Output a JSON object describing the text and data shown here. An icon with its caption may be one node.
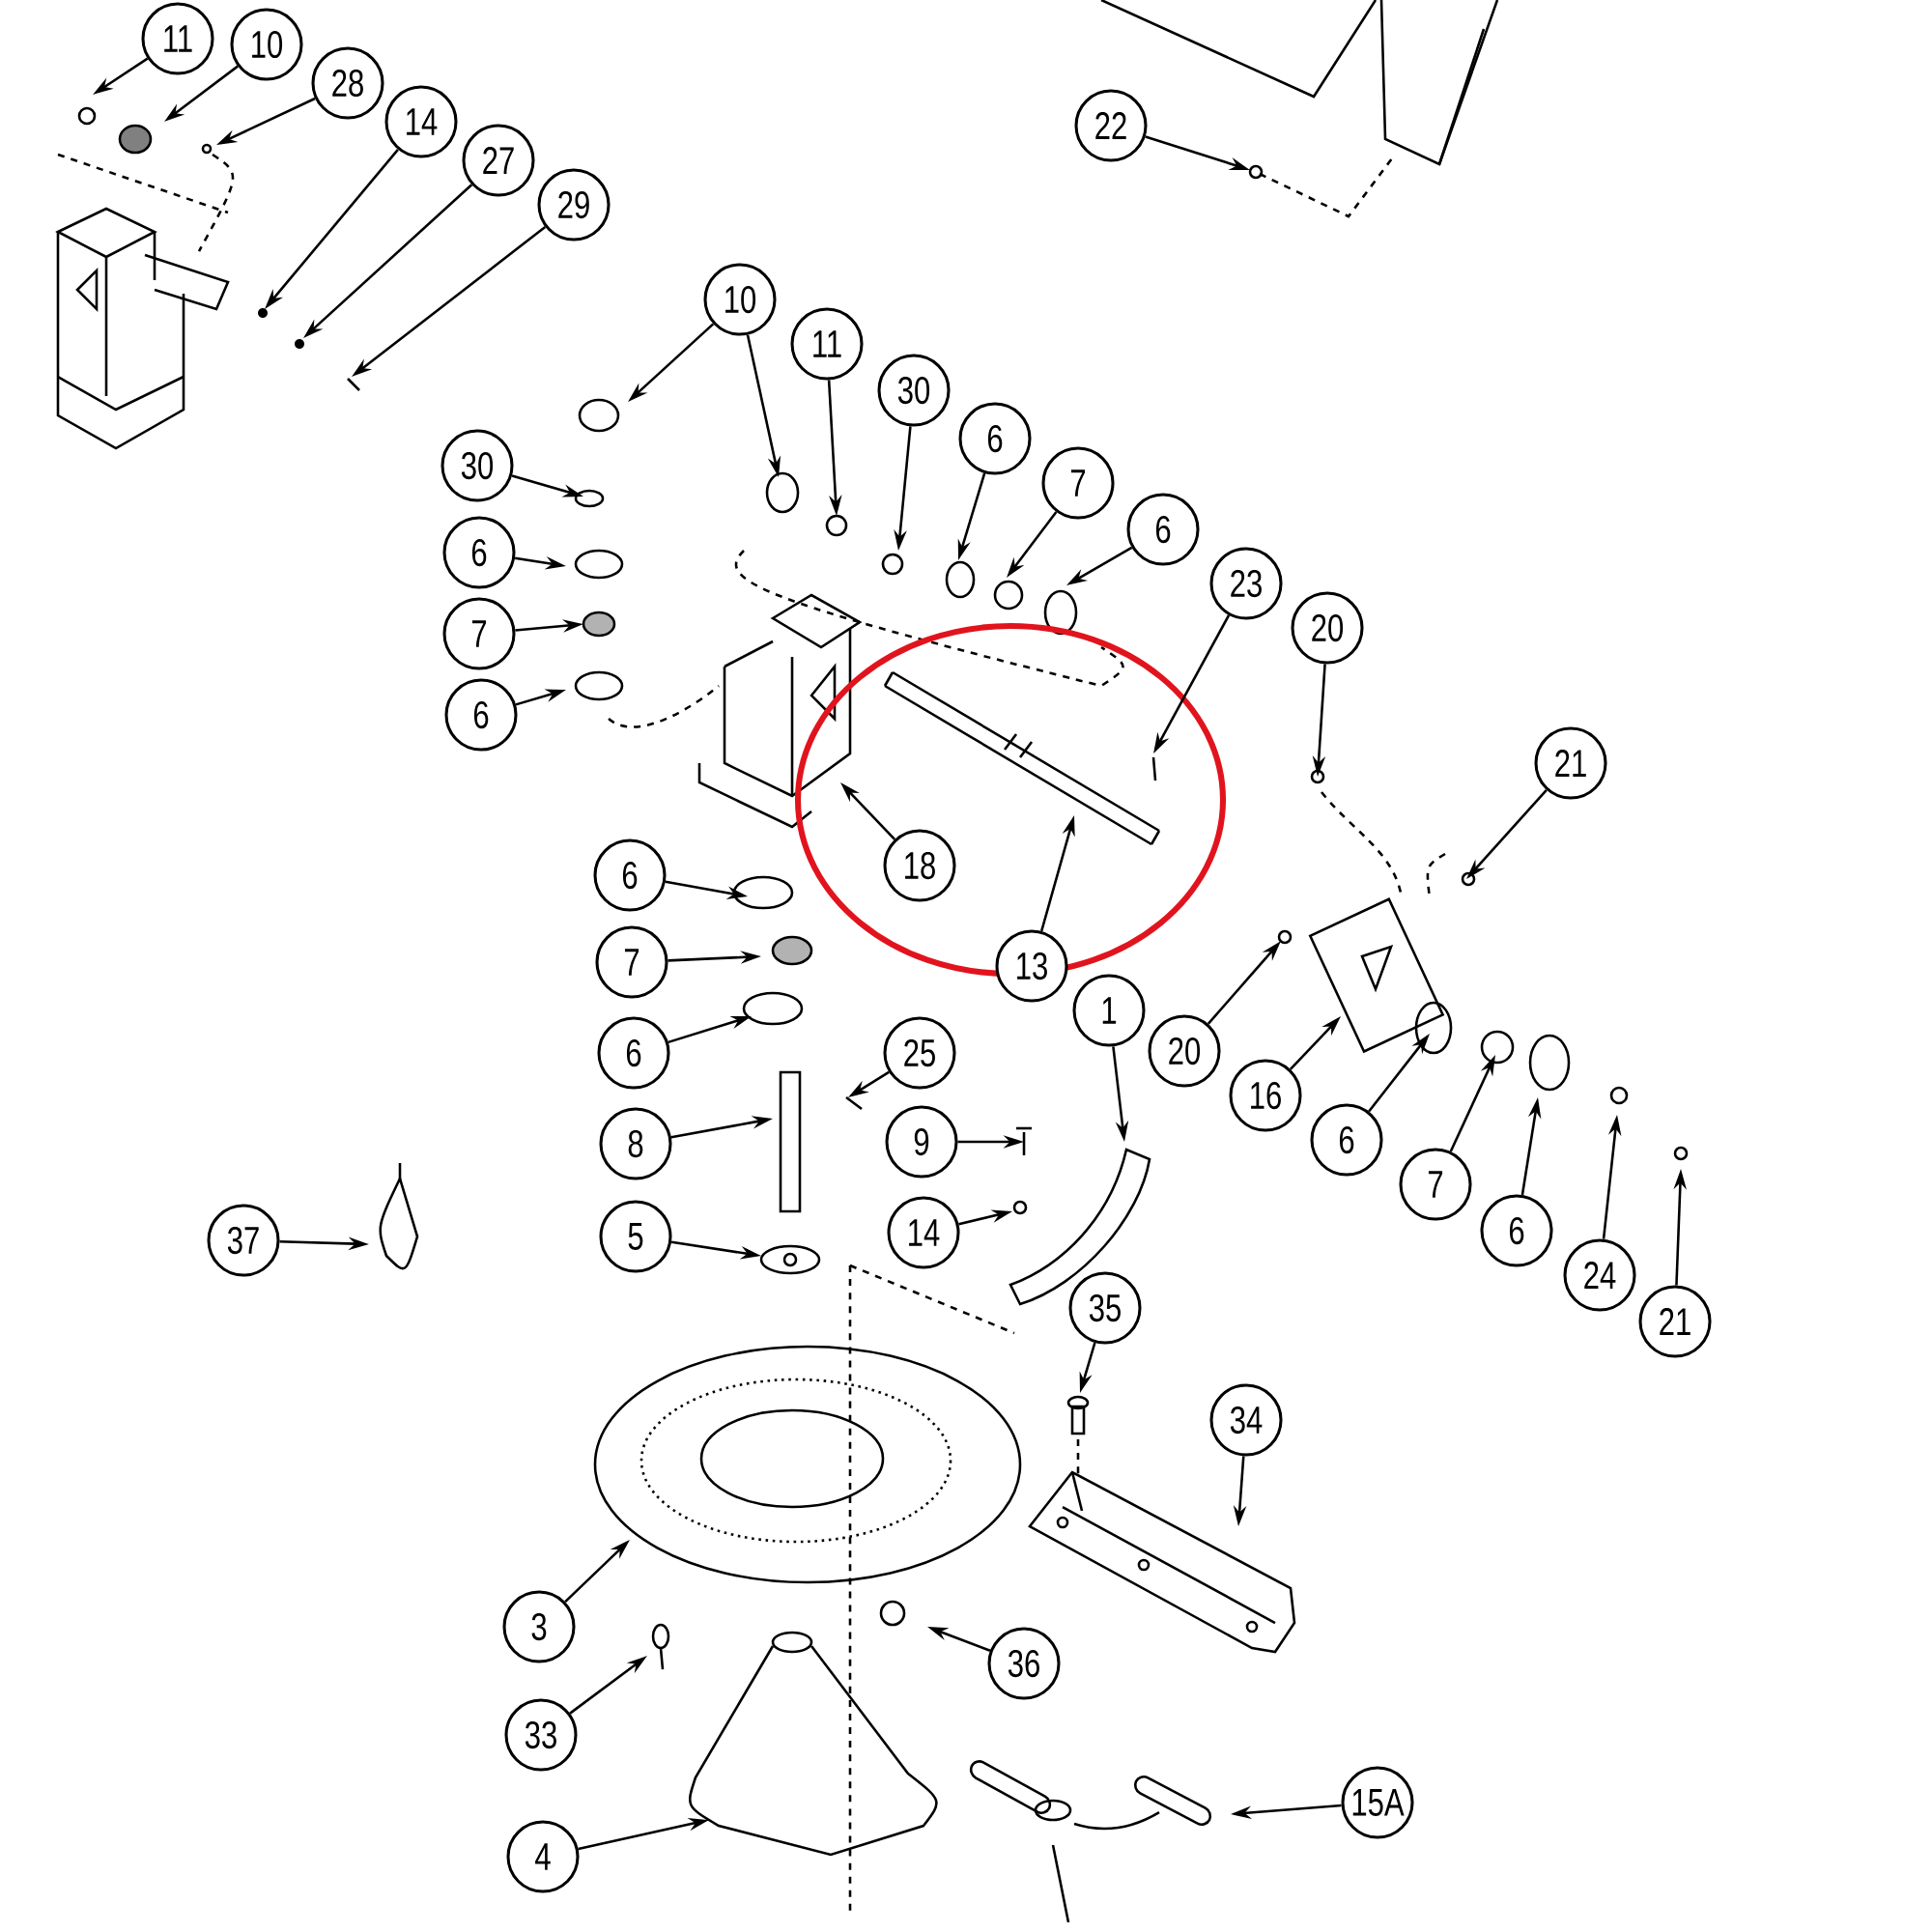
{
  "diagram": {
    "nodes": [
      {
        "text": [
          "11"
        ]
      },
      {
        "text": [
          "10"
        ]
      },
      {
        "text": [
          "28"
        ]
      },
      {
        "text": [
          "14"
        ]
      },
      {
        "text": [
          "27"
        ]
      },
      {
        "text": [
          "29"
        ]
      },
      {
        "text": [
          "22"
        ]
      },
      {
        "text": [
          "10"
        ]
      },
      {
        "text": [
          "11"
        ]
      },
      {
        "text": [
          "30"
        ]
      },
      {
        "text": [
          "6"
        ]
      },
      {
        "text": [
          "7"
        ]
      },
      {
        "text": [
          "6"
        ]
      },
      {
        "text": [
          "30"
        ]
      },
      {
        "text": [
          "6"
        ]
      },
      {
        "text": [
          "23"
        ]
      },
      {
        "text": [
          "20"
        ]
      },
      {
        "text": [
          "7"
        ]
      },
      {
        "text": [
          "6"
        ]
      },
      {
        "text": [
          "21"
        ]
      },
      {
        "text": [
          "18"
        ]
      },
      {
        "text": [
          "6"
        ]
      },
      {
        "text": [
          "7"
        ]
      },
      {
        "text": [
          "13"
        ]
      },
      {
        "text": [
          "1"
        ]
      },
      {
        "text": [
          "6"
        ]
      },
      {
        "text": [
          "25"
        ]
      },
      {
        "text": [
          "20"
        ]
      },
      {
        "text": [
          "16"
        ]
      },
      {
        "text": [
          "6"
        ]
      },
      {
        "text": [
          "8"
        ]
      },
      {
        "text": [
          "9"
        ]
      },
      {
        "text": [
          "7"
        ]
      },
      {
        "text": [
          "6"
        ]
      },
      {
        "text": [
          "37"
        ]
      },
      {
        "text": [
          "5"
        ]
      },
      {
        "text": [
          "14"
        ]
      },
      {
        "text": [
          "24"
        ]
      },
      {
        "text": [
          "21"
        ]
      },
      {
        "text": [
          "35"
        ]
      },
      {
        "text": [
          "34"
        ]
      },
      {
        "text": [
          "3"
        ]
      },
      {
        "text": [
          "36"
        ]
      },
      {
        "text": [
          "33"
        ]
      },
      {
        "text": [
          "15A"
        ]
      },
      {
        "text": [
          "4"
        ]
      }
    ],
    "edges": [
      {
        "from": 0,
        "to": null,
        "arrow": "to"
      },
      {
        "from": 1,
        "to": null,
        "arrow": "to"
      },
      {
        "from": 2,
        "to": null,
        "arrow": "to"
      },
      {
        "from": 3,
        "to": null,
        "arrow": "to"
      },
      {
        "from": 4,
        "to": null,
        "arrow": "to"
      },
      {
        "from": 5,
        "to": null,
        "arrow": "to"
      },
      {
        "from": 6,
        "to": null,
        "arrow": "to"
      },
      {
        "from": 7,
        "to": null,
        "arrow": "to"
      },
      {
        "from": 7,
        "to": null,
        "arrow": "to"
      },
      {
        "from": 8,
        "to": null,
        "arrow": "to"
      },
      {
        "from": 9,
        "to": null,
        "arrow": "to"
      },
      {
        "from": 10,
        "to": null,
        "arrow": "to"
      },
      {
        "from": 11,
        "to": null,
        "arrow": "to"
      },
      {
        "from": 12,
        "to": null,
        "arrow": "to"
      },
      {
        "from": 13,
        "to": null,
        "arrow": "to"
      },
      {
        "from": 14,
        "to": null,
        "arrow": "to"
      },
      {
        "from": 15,
        "to": null,
        "arrow": "to"
      },
      {
        "from": 16,
        "to": null,
        "arrow": "to"
      },
      {
        "from": 17,
        "to": null,
        "arrow": "to"
      },
      {
        "from": 18,
        "to": null,
        "arrow": "to"
      },
      {
        "from": 19,
        "to": null,
        "arrow": "to"
      },
      {
        "from": 20,
        "to": null,
        "arrow": "to"
      },
      {
        "from": 21,
        "to": null,
        "arrow": "to"
      },
      {
        "from": 22,
        "to": null,
        "arrow": "to"
      },
      {
        "from": 23,
        "to": null,
        "arrow": "to"
      },
      {
        "from": 24,
        "to": null,
        "arrow": "to"
      },
      {
        "from": 25,
        "to": null,
        "arrow": "to"
      },
      {
        "from": 26,
        "to": null,
        "arrow": "to"
      },
      {
        "from": 27,
        "to": null,
        "arrow": "to"
      },
      {
        "from": 28,
        "to": null,
        "arrow": "to"
      },
      {
        "from": 29,
        "to": null,
        "arrow": "to"
      },
      {
        "from": 30,
        "to": null,
        "arrow": "to"
      },
      {
        "from": 31,
        "to": null,
        "arrow": "to"
      },
      {
        "from": 32,
        "to": null,
        "arrow": "to"
      },
      {
        "from": 33,
        "to": null,
        "arrow": "to"
      },
      {
        "from": 34,
        "to": null,
        "arrow": "to"
      },
      {
        "from": 35,
        "to": null,
        "arrow": "to"
      },
      {
        "from": 36,
        "to": null,
        "arrow": "to"
      },
      {
        "from": 37,
        "to": null,
        "arrow": "to"
      },
      {
        "from": 38,
        "to": null,
        "arrow": "to"
      },
      {
        "from": 39,
        "to": null,
        "arrow": "to"
      },
      {
        "from": 40,
        "to": null,
        "arrow": "to"
      },
      {
        "from": 41,
        "to": null,
        "arrow": "to"
      },
      {
        "from": 42,
        "to": null,
        "arrow": "to"
      },
      {
        "from": 43,
        "to": null,
        "arrow": "to"
      },
      {
        "from": 44,
        "to": null,
        "arrow": "to"
      },
      {
        "from": 45,
        "to": null,
        "arrow": "to"
      }
    ]
  }
}
